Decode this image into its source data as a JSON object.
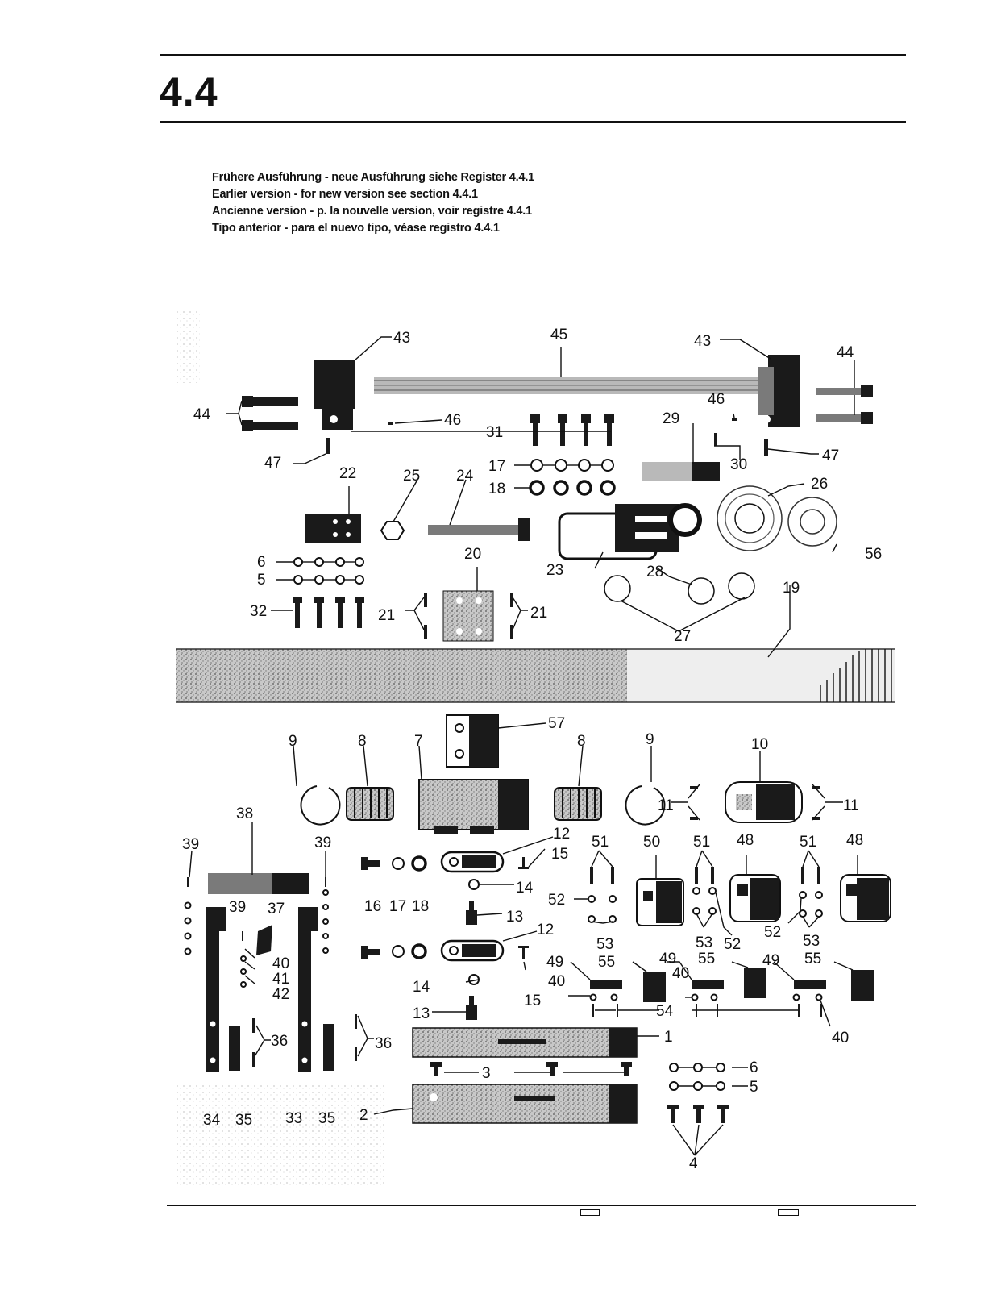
{
  "header": {
    "section": "4.4"
  },
  "captions": [
    "Frühere Ausführung - neue Ausführung siehe Register 4.4.1",
    "Earlier version - for new version see section 4.4.1",
    "Ancienne version - p. la nouvelle version, voir registre 4.4.1",
    "Tipo anterior - para el nuevo tipo, véase registro 4.4.1"
  ],
  "diagram": {
    "part_labels": {
      "p1": "1",
      "p2": "2",
      "p3": "3",
      "p4": "4",
      "p5a": "5",
      "p5b": "5",
      "p6a": "6",
      "p6b": "6",
      "p7": "7",
      "p8a": "8",
      "p8b": "8",
      "p9a": "9",
      "p9b": "9",
      "p10": "10",
      "p11a": "11",
      "p11b": "11",
      "p12a": "12",
      "p12b": "12",
      "p13a": "13",
      "p13b": "13",
      "p14a": "14",
      "p14b": "14",
      "p15a": "15",
      "p15b": "15",
      "p16": "16",
      "p17a": "17",
      "p17b": "17",
      "p18a": "18",
      "p18b": "18",
      "p19": "19",
      "p20": "20",
      "p21a": "21",
      "p21b": "21",
      "p22": "22",
      "p23": "23",
      "p24": "24",
      "p25": "25",
      "p26": "26",
      "p27": "27",
      "p28": "28",
      "p29": "29",
      "p30": "30",
      "p31": "31",
      "p32": "32",
      "p33": "33",
      "p34": "34",
      "p35a": "35",
      "p35b": "35",
      "p36a": "36",
      "p36b": "36",
      "p37": "37",
      "p38": "38",
      "p39a": "39",
      "p39b": "39",
      "p39c": "39",
      "p40a": "40",
      "p40b": "40",
      "p40c": "40",
      "p40d": "40",
      "p41": "41",
      "p42": "42",
      "p43a": "43",
      "p43b": "43",
      "p44a": "44",
      "p44b": "44",
      "p45": "45",
      "p46a": "46",
      "p46b": "46",
      "p47a": "47",
      "p47b": "47",
      "p48a": "48",
      "p48b": "48",
      "p49a": "49",
      "p49b": "49",
      "p49c": "49",
      "p50": "50",
      "p51a": "51",
      "p51b": "51",
      "p51c": "51",
      "p52a": "52",
      "p52b": "52",
      "p52c": "52",
      "p53a": "53",
      "p53b": "53",
      "p53c": "53",
      "p54": "54",
      "p55a": "55",
      "p55b": "55",
      "p55c": "55",
      "p56": "56",
      "p57": "57"
    }
  }
}
